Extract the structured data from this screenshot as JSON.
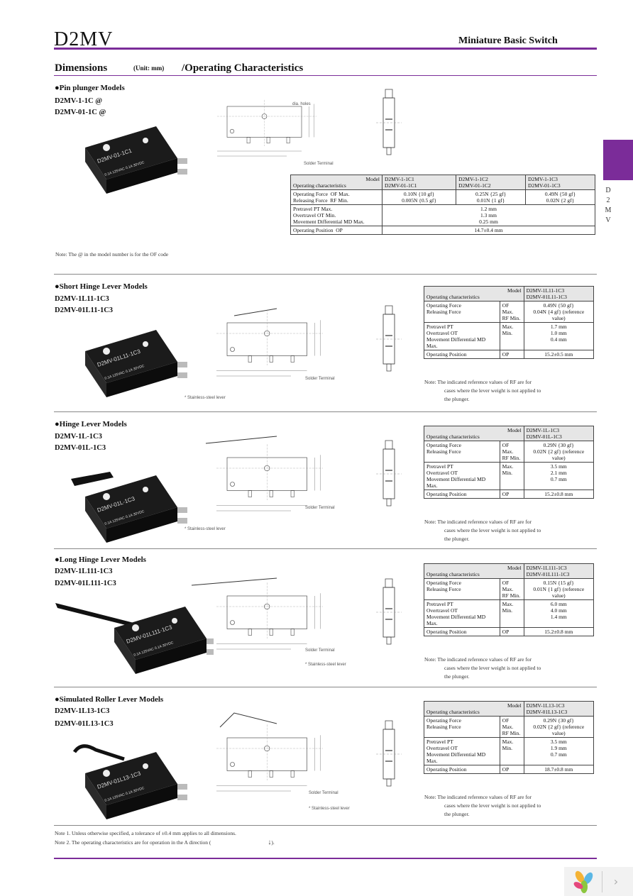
{
  "header": {
    "title": "D2MV",
    "category": "Miniature Basic Switch"
  },
  "page": {
    "heading": "Dimensions",
    "unit": "(Unit: mm)",
    "subheading": "/Operating Characteristics"
  },
  "side_tab": [
    "D",
    "2",
    "M",
    "V"
  ],
  "colors": {
    "accent": "#7b2c99"
  },
  "sections": [
    {
      "title": "●Pin plunger Models",
      "models": [
        "D2MV-1-1C    @",
        "D2MV-01-1C    @"
      ],
      "photo_label": [
        "D2MV-01-1C1",
        "0.1A 125VAC 0.1A 30VDC"
      ],
      "note": "Note: The      @ in the model number is for the OF code",
      "table": {
        "model_label": "Model",
        "char_label": "Operating characteristics",
        "columns": [
          [
            "D2MV-1-1C1",
            "D2MV-01-1C1"
          ],
          [
            "D2MV-1-1C2",
            "D2MV-01-1C2"
          ],
          [
            "D2MV-1-1C3",
            "D2MV-01-1C3"
          ]
        ],
        "rows_force": [
          [
            "Operating Force",
            "OF Max.",
            "0.10N {10 gf}",
            "0.25N {25 gf}",
            "0.49N {50 gf}"
          ],
          [
            "Releasing Force",
            "RF Min.",
            "0.005N {0.5 gf}",
            "0.01N {1 gf}",
            "0.02N {2 gf}"
          ]
        ],
        "rows_travel": [
          [
            "Pretravel PT",
            "Max.",
            "1.2 mm"
          ],
          [
            "Overtravel OT",
            "Min.",
            "1.3 mm"
          ],
          [
            "Movement Differential MD Max.",
            "",
            "0.25 mm"
          ]
        ],
        "row_op": [
          "Operating Position",
          "OP",
          "14.7±0.4 mm"
        ]
      }
    },
    {
      "title": "●Short Hinge Lever Models",
      "models": [
        "D2MV-1L11-1C3",
        "D2MV-01L11-1C3"
      ],
      "photo_label": [
        "D2MV-01L11-1C3",
        "0.1A 125VAC 0.1A 30VDC"
      ],
      "table": {
        "model_label": "Model",
        "char_label": "Operating characteristics",
        "columns": [
          [
            "D2MV-1L11-1C3",
            "D2MV-01L11-1C3"
          ]
        ],
        "rows_force": [
          [
            "Operating Force",
            "OF Max.",
            "0.49N {50 gf}"
          ],
          [
            "Releasing Force",
            "RF Min.",
            "0.04N {4 gf} (reference value)"
          ]
        ],
        "rows_travel": [
          [
            "Pretravel PT",
            "Max.",
            "1.7 mm"
          ],
          [
            "Overtravel OT",
            "Min.",
            "1.0 mm"
          ],
          [
            "Movement Differential MD Max.",
            "",
            "0.4 mm"
          ]
        ],
        "row_op": [
          "Operating Position",
          "OP",
          "15.2±0.5 mm"
        ]
      },
      "note": [
        "Note:  The indicated reference values of RF are for",
        "cases where the lever weight is not applied to",
        "the plunger."
      ]
    },
    {
      "title": "●Hinge Lever Models",
      "models": [
        "D2MV-1L-1C3",
        "D2MV-01L-1C3"
      ],
      "photo_label": [
        "D2MV-01L-1C3",
        "0.1A 125VAC 0.1A 30VDC"
      ],
      "table": {
        "model_label": "Model",
        "char_label": "Operating characteristics",
        "columns": [
          [
            "D2MV-1L-1C3",
            "D2MV-01L-1C3"
          ]
        ],
        "rows_force": [
          [
            "Operating Force",
            "OF Max.",
            "0.29N {30 gf}"
          ],
          [
            "Releasing Force",
            "RF Min.",
            "0.02N {2 gf} (reference value)"
          ]
        ],
        "rows_travel": [
          [
            "Pretravel PT",
            "Max.",
            "3.5 mm"
          ],
          [
            "Overtravel OT",
            "Min.",
            "2.1 mm"
          ],
          [
            "Movement Differential MD Max.",
            "",
            "0.7 mm"
          ]
        ],
        "row_op": [
          "Operating Position",
          "OP",
          "15.2±0.8 mm"
        ]
      },
      "note": [
        "Note:  The indicated reference values of RF are for",
        "cases where the lever weight is not applied to",
        "the plunger."
      ]
    },
    {
      "title": "●Long Hinge Lever Models",
      "models": [
        "D2MV-1L111-1C3",
        "D2MV-01L111-1C3"
      ],
      "photo_label": [
        "D2MV-01L111-1C3",
        "0.1A 125VAC 0.1A 30VDC"
      ],
      "table": {
        "model_label": "Model",
        "char_label": "Operating characteristics",
        "columns": [
          [
            "D2MV-1L111-1C3",
            "D2MV-01L111-1C3"
          ]
        ],
        "rows_force": [
          [
            "Operating Force",
            "OF Max.",
            "0.15N {15 gf}"
          ],
          [
            "Releasing Force",
            "RF Min.",
            "0.01N {1 gf} (reference value)"
          ]
        ],
        "rows_travel": [
          [
            "Pretravel PT",
            "Max.",
            "6.0 mm"
          ],
          [
            "Overtravel OT",
            "Min.",
            "4.0 mm"
          ],
          [
            "Movement Differential MD Max.",
            "",
            "1.4 mm"
          ]
        ],
        "row_op": [
          "Operating Position",
          "OP",
          "15.2±0.8 mm"
        ]
      },
      "note": [
        "Note:  The indicated reference values of RF are for",
        "cases where the lever weight is not applied to",
        "the plunger."
      ]
    },
    {
      "title": "●Simulated Roller Lever Models",
      "models": [
        "D2MV-1L13-1C3",
        "D2MV-01L13-1C3"
      ],
      "photo_label": [
        "D2MV-01L13-1C3",
        "0.1A 125VAC 0.1A 30VDC"
      ],
      "table": {
        "model_label": "Model",
        "char_label": "Operating characteristics",
        "columns": [
          [
            "D2MV-1L13-1C3",
            "D2MV-01L13-1C3"
          ]
        ],
        "rows_force": [
          [
            "Operating Force",
            "OF Max.",
            "0.29N {30 gf}"
          ],
          [
            "Releasing Force",
            "RF Min.",
            "0.02N {2 gf} (reference value)"
          ]
        ],
        "rows_travel": [
          [
            "Pretravel PT",
            "Max.",
            "3.5 mm"
          ],
          [
            "Overtravel OT",
            "Min.",
            "1.9 mm"
          ],
          [
            "Movement Differential MD Max.",
            "",
            "0.7 mm"
          ]
        ],
        "row_op": [
          "Operating Position",
          "OP",
          "18.7±0.8 mm"
        ]
      },
      "note": [
        "Note:  The indicated reference values of RF are for",
        "cases where the lever weight is not applied to",
        "the plunger."
      ]
    }
  ],
  "drawing_labels": {
    "dia_holes": "dia. holes",
    "solder": "Solder Terminal",
    "stainless": "* Stainless-steel lever"
  },
  "footer_notes": [
    "Note 1. Unless otherwise specified, a tolerance of ±0.4 mm applies to all dimensions.",
    "Note 2. The operating characteristics are for operation in the A direction ("
  ],
  "footer_arrow": "↓",
  "footer_close": ")."
}
